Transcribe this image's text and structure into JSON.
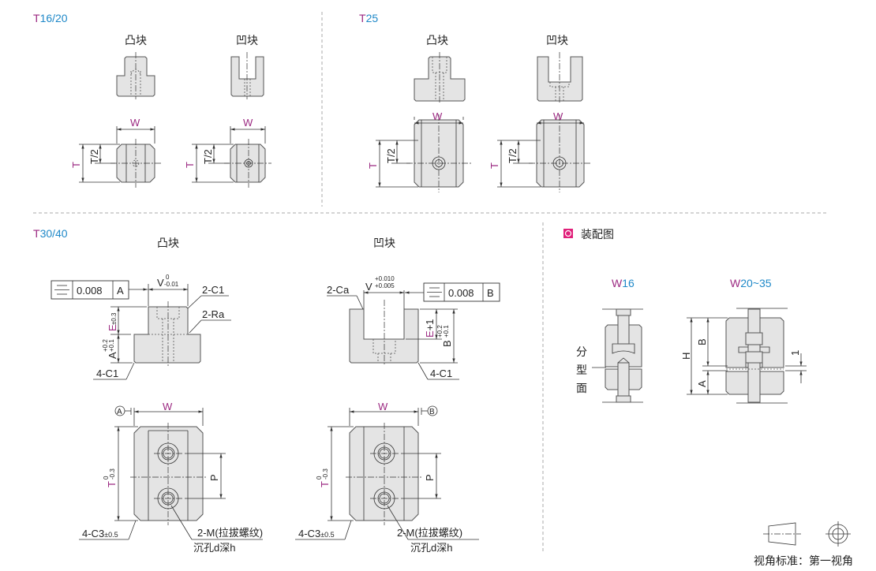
{
  "t16_20": {
    "title_prefix": "T",
    "title_rest": "16/20",
    "convex": "凸块",
    "concave": "凹块",
    "w": "W",
    "t": "T",
    "t_half": "T/2"
  },
  "t25": {
    "title_prefix": "T",
    "title_rest": "25",
    "convex": "凸块",
    "concave": "凹块",
    "w": "W",
    "t": "T",
    "t_half": "T/2"
  },
  "t30_40": {
    "title_prefix": "T",
    "title_rest": "30/40",
    "convex": "凸块",
    "concave": "凹块",
    "convex_side": {
      "gdt_value": "0.008",
      "datum": "A",
      "v": "V",
      "v_tol_upper": "0",
      "v_tol_lower": "-0.01",
      "c1": "2-C1",
      "ra": "2-Ra",
      "e": "E",
      "e_tol": "±0.3",
      "a": "A",
      "a_tol_upper": "+0.2",
      "a_tol_lower": "+0.1",
      "c1_4": "4-C1"
    },
    "concave_side": {
      "gdt_value": "0.008",
      "datum": "B",
      "v": "V",
      "v_tol_upper": "+0.010",
      "v_tol_lower": "+0.005",
      "ca": "2-Ca",
      "e": "E",
      "e_suffix": "+1",
      "b": "B",
      "b_tol_upper": "+0.2",
      "b_tol_lower": "+0.1",
      "c1_4": "4-C1"
    },
    "plan": {
      "datum_a": "A",
      "datum_b": "B",
      "w": "W",
      "t": "T",
      "t_tol_upper": "0",
      "t_tol_lower": "-0.3",
      "p": "P",
      "c3": "4-C3",
      "c3_tol": "±0.5",
      "thread": "2-M(拉拔螺纹)",
      "counterbore": "沉孔d深h"
    }
  },
  "assembly": {
    "title": "装配图",
    "w16_prefix": "W",
    "w16_rest": "16",
    "w20_prefix": "W",
    "w20_rest": "20~35",
    "parting": [
      "分",
      "型",
      "面"
    ],
    "h": "H",
    "b": "B",
    "a": "A",
    "one": "1"
  },
  "legend": {
    "text": "视角标准：第一视角"
  },
  "colors": {
    "purple": "#9c2a82",
    "blue": "#1e88c8",
    "part_fill": "#e4e4e4",
    "accent_icon": "#e0207a"
  }
}
